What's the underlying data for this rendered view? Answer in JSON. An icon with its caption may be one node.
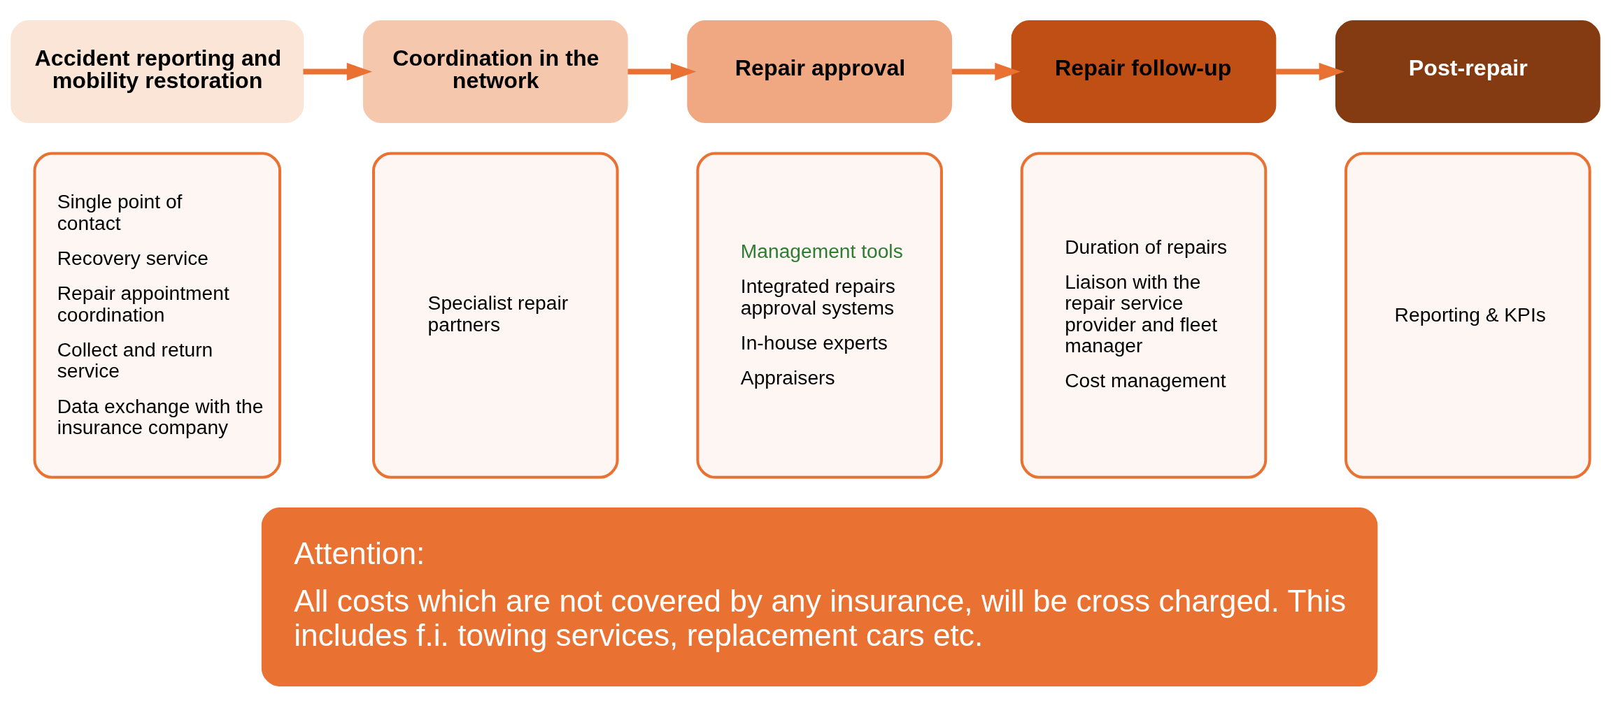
{
  "diagram": {
    "nodes": [
      {
        "text": [
          "Accident reporting and mobility restoration"
        ]
      },
      {
        "text": [
          "Coordination in the network"
        ]
      },
      {
        "text": [
          "Repair approval"
        ]
      },
      {
        "text": [
          "Repair follow-up"
        ]
      },
      {
        "text": [
          "Post-repair"
        ]
      },
      {
        "text": [
          "Single point of contact",
          "Recovery service",
          "Repair appointment coordination",
          "Collect and return service",
          "Data exchange with the insurance company"
        ]
      },
      {
        "text": [
          "Specialist repair partners"
        ]
      },
      {
        "text": [
          "Management tools",
          "Integrated repairs approval systems",
          "In-house experts",
          "Appraisers"
        ]
      },
      {
        "text": [
          "Duration of repairs",
          "Liaison with the repair service provider and fleet manager",
          "Cost management"
        ]
      },
      {
        "text": [
          "Reporting & KPIs"
        ]
      },
      {
        "text": [
          "Attention:",
          "All costs which are not covered by any insurance, will be cross charged. This includes f.i. towing services, replacement cars etc."
        ]
      }
    ],
    "edges": [
      {
        "from": 0,
        "to": 1,
        "arrow": "to"
      },
      {
        "from": 1,
        "to": 2,
        "arrow": "to"
      },
      {
        "from": 2,
        "to": 3,
        "arrow": "to"
      },
      {
        "from": 3,
        "to": 4,
        "arrow": "to"
      }
    ]
  }
}
